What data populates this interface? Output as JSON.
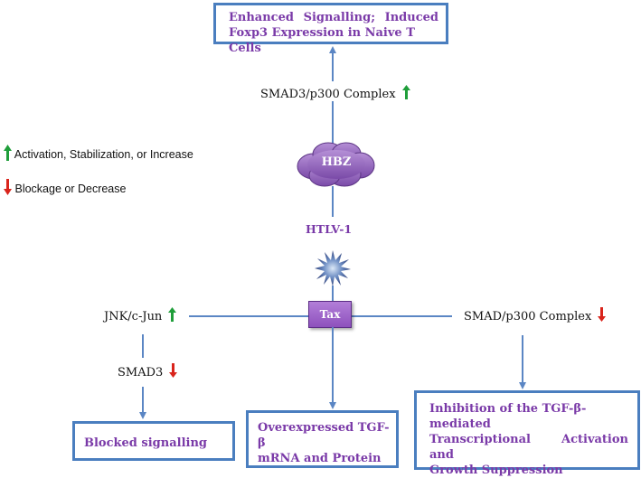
{
  "top_box": {
    "line1": "Enhanced Signalling; Induced",
    "line2": "Foxp3 Expression in Naive T Cells"
  },
  "smad3_p300_label": "SMAD3/p300 Complex",
  "legend": {
    "activation": "Activation, Stabilization, or Increase",
    "blockage": "Blockage or Decrease",
    "up_color": "#1f9e3a",
    "down_color": "#d9241c"
  },
  "hbz_label": "HBZ",
  "htlv_label": "HTLV-1",
  "tax_label": "Tax",
  "jnk_label": "JNK/c-Jun",
  "smad_p300_label": "SMAD/p300 Complex",
  "smad3_label": "SMAD3",
  "boxes": {
    "blocked": "Blocked signalling",
    "overexpressed_line1": "Overexpressed TGF-β",
    "overexpressed_line2": "mRNA and Protein",
    "inhibition_line1": "Inhibition of the TGF-β-mediated",
    "inhibition_line2": "Transcriptional Activation and",
    "inhibition_line3": "Growth Suppression"
  }
}
